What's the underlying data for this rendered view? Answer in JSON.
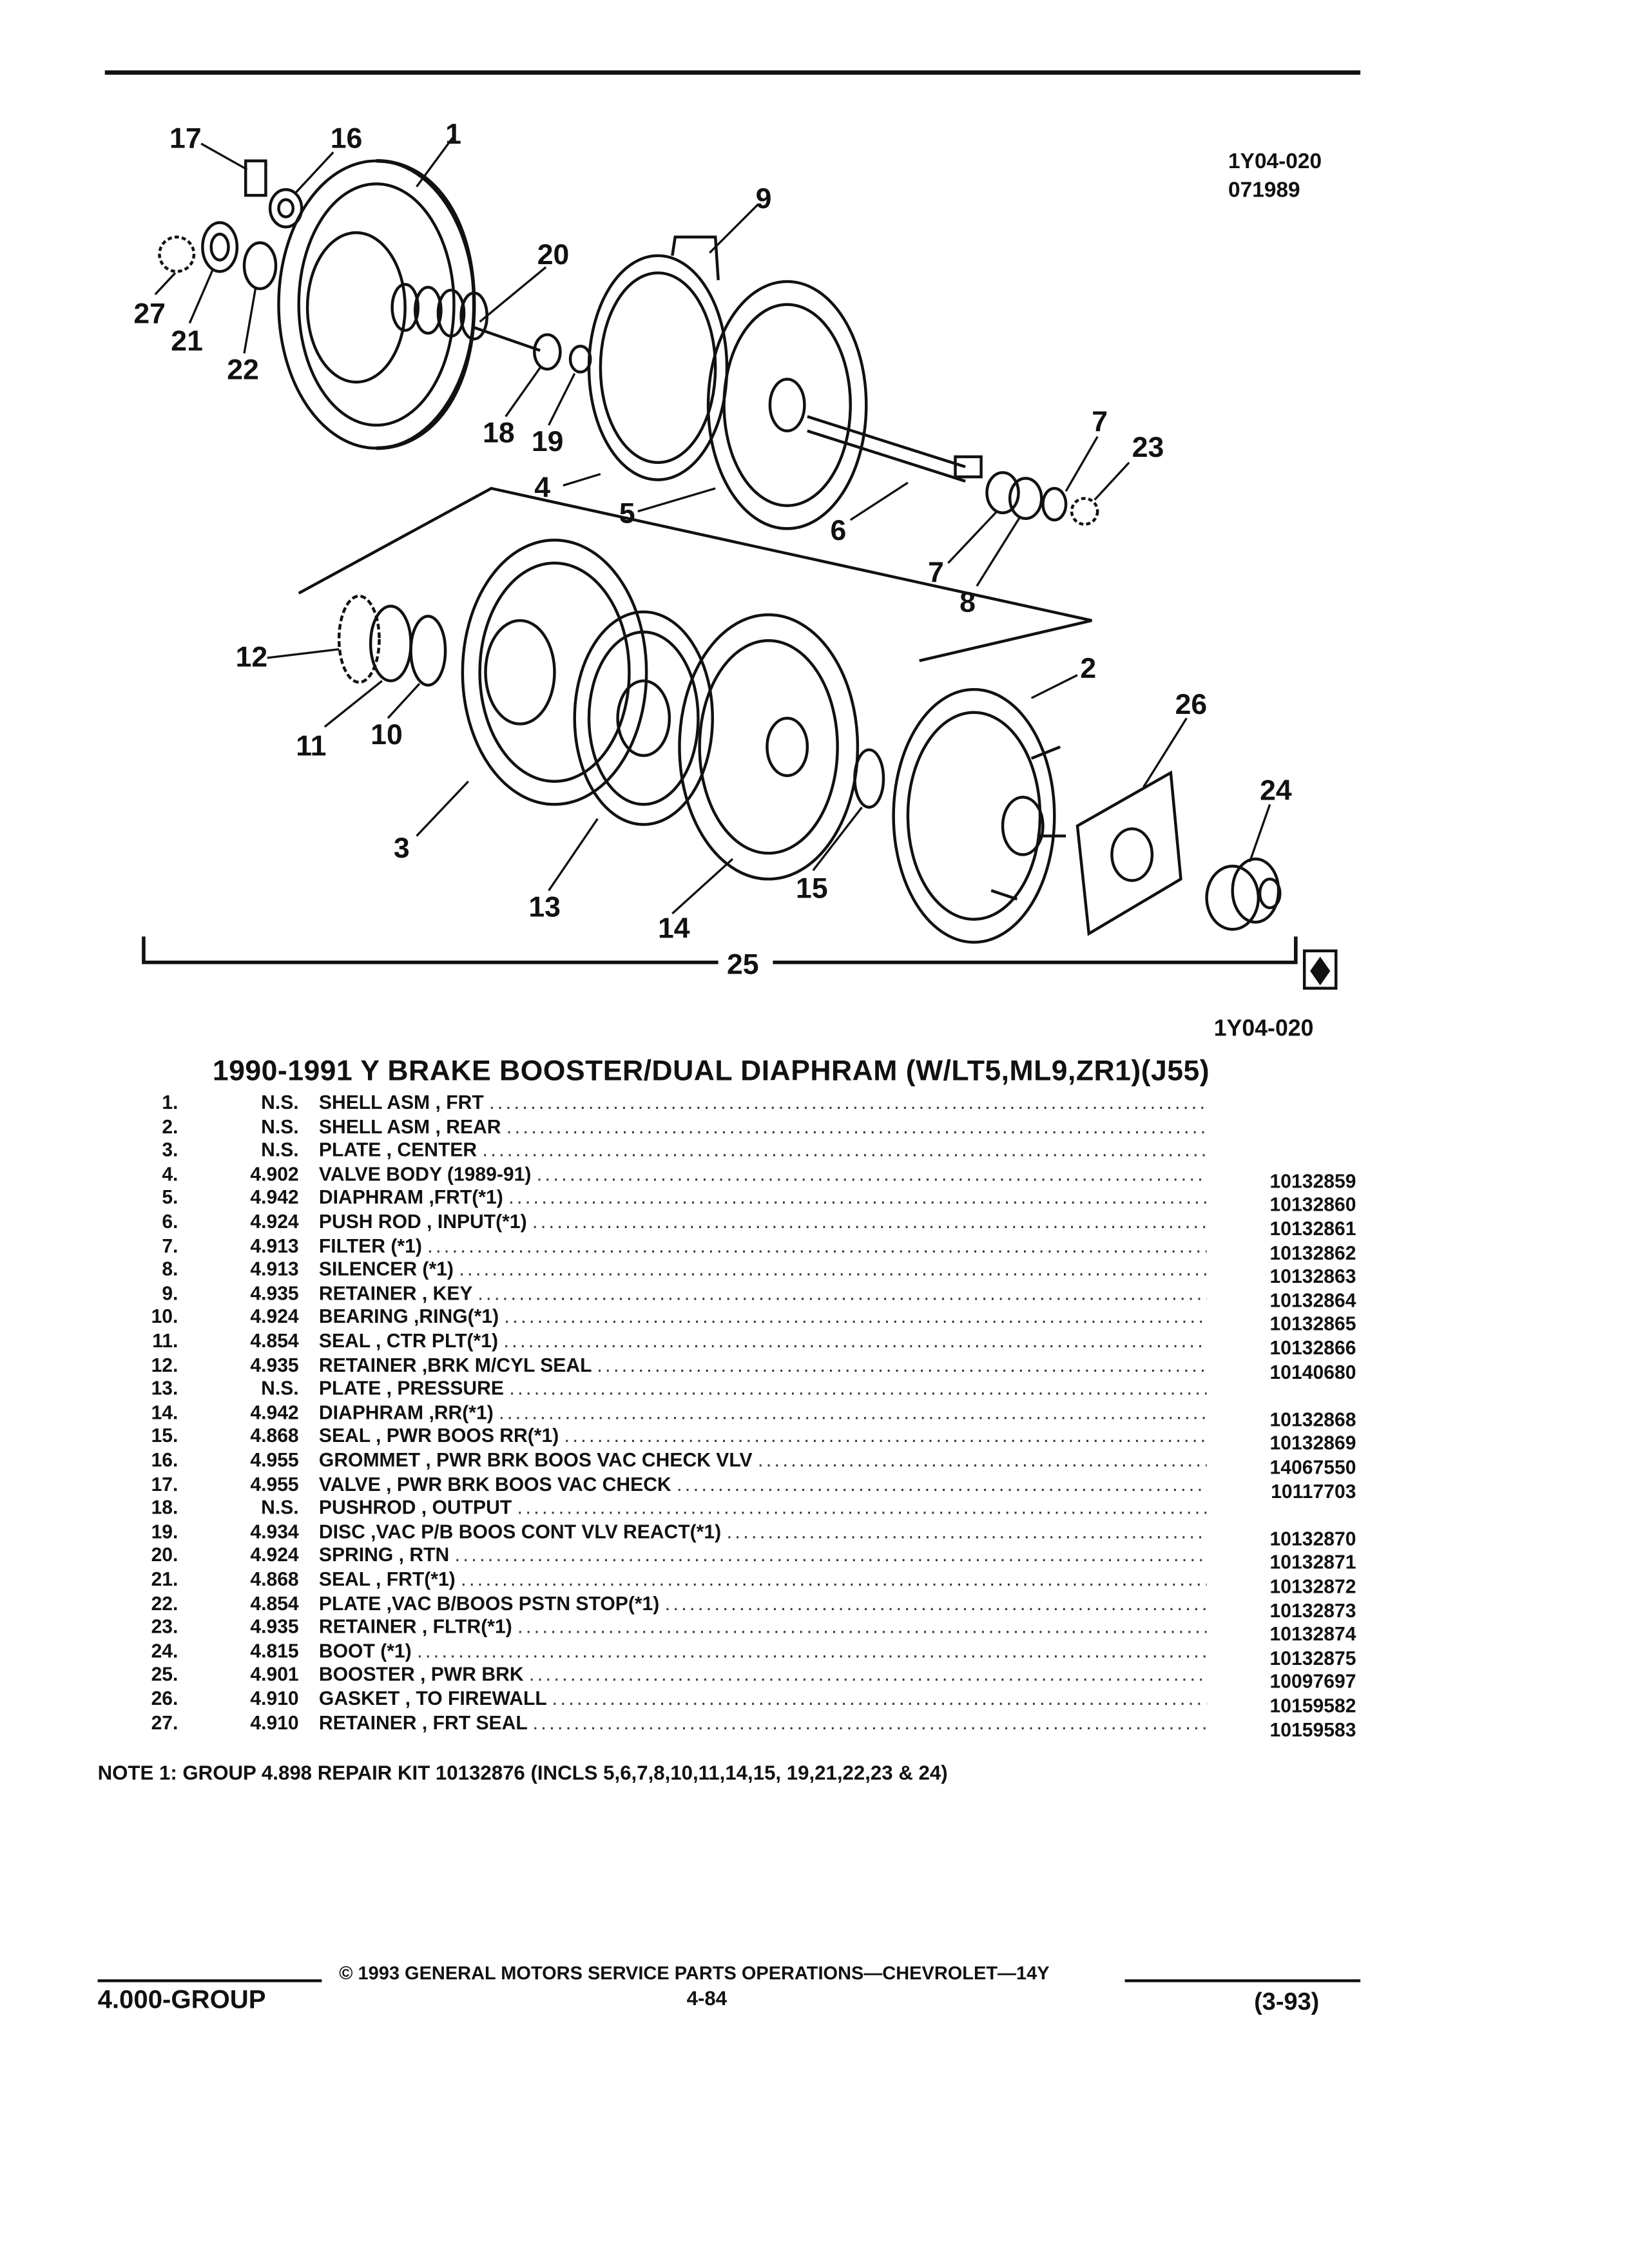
{
  "header": {
    "code_top": "1Y04-020",
    "date_code": "071989",
    "code_bottom": "1Y04-020"
  },
  "diagram": {
    "callouts": [
      "17",
      "16",
      "1",
      "9",
      "20",
      "27",
      "21",
      "22",
      "18",
      "19",
      "4",
      "5",
      "6",
      "7",
      "23",
      "7",
      "8",
      "12",
      "11",
      "10",
      "2",
      "26",
      "24",
      "3",
      "13",
      "14",
      "15",
      "25"
    ]
  },
  "title": "1990-1991 Y BRAKE BOOSTER/DUAL DIAPHRAM (W/LT5,ML9,ZR1)(J55)",
  "parts": [
    {
      "no": "1.",
      "group": "N.S.",
      "desc": "SHELL ASM , FRT",
      "pn": ""
    },
    {
      "no": "2.",
      "group": "N.S.",
      "desc": "SHELL ASM , REAR",
      "pn": ""
    },
    {
      "no": "3.",
      "group": "N.S.",
      "desc": "PLATE , CENTER",
      "pn": ""
    },
    {
      "no": "4.",
      "group": "4.902",
      "desc": "VALVE BODY (1989-91)",
      "pn": "10132859"
    },
    {
      "no": "5.",
      "group": "4.942",
      "desc": "DIAPHRAM ,FRT(*1)",
      "pn": "10132860"
    },
    {
      "no": "6.",
      "group": "4.924",
      "desc": "PUSH ROD , INPUT(*1)",
      "pn": "10132861"
    },
    {
      "no": "7.",
      "group": "4.913",
      "desc": "FILTER (*1)",
      "pn": "10132862"
    },
    {
      "no": "8.",
      "group": "4.913",
      "desc": "SILENCER (*1)",
      "pn": "10132863"
    },
    {
      "no": "9.",
      "group": "4.935",
      "desc": "RETAINER , KEY",
      "pn": "10132864"
    },
    {
      "no": "10.",
      "group": "4.924",
      "desc": "BEARING ,RING(*1)",
      "pn": "10132865"
    },
    {
      "no": "11.",
      "group": "4.854",
      "desc": "SEAL , CTR PLT(*1)",
      "pn": "10132866"
    },
    {
      "no": "12.",
      "group": "4.935",
      "desc": "RETAINER ,BRK M/CYL SEAL",
      "pn": "10140680"
    },
    {
      "no": "13.",
      "group": "N.S.",
      "desc": "PLATE , PRESSURE",
      "pn": ""
    },
    {
      "no": "14.",
      "group": "4.942",
      "desc": "DIAPHRAM ,RR(*1)",
      "pn": "10132868"
    },
    {
      "no": "15.",
      "group": "4.868",
      "desc": "SEAL , PWR BOOS RR(*1)",
      "pn": "10132869"
    },
    {
      "no": "16.",
      "group": "4.955",
      "desc": "GROMMET , PWR BRK BOOS VAC CHECK VLV",
      "pn": "14067550"
    },
    {
      "no": "17.",
      "group": "4.955",
      "desc": "VALVE , PWR BRK BOOS VAC CHECK",
      "pn": "10117703"
    },
    {
      "no": "18.",
      "group": "N.S.",
      "desc": "PUSHROD , OUTPUT",
      "pn": ""
    },
    {
      "no": "19.",
      "group": "4.934",
      "desc": "DISC ,VAC P/B BOOS CONT VLV REACT(*1)",
      "pn": "10132870"
    },
    {
      "no": "20.",
      "group": "4.924",
      "desc": "SPRING , RTN",
      "pn": "10132871"
    },
    {
      "no": "21.",
      "group": "4.868",
      "desc": "SEAL , FRT(*1)",
      "pn": "10132872"
    },
    {
      "no": "22.",
      "group": "4.854",
      "desc": "PLATE ,VAC B/BOOS PSTN STOP(*1)",
      "pn": "10132873"
    },
    {
      "no": "23.",
      "group": "4.935",
      "desc": "RETAINER , FLTR(*1)",
      "pn": "10132874"
    },
    {
      "no": "24.",
      "group": "4.815",
      "desc": "BOOT (*1)",
      "pn": "10132875"
    },
    {
      "no": "25.",
      "group": "4.901",
      "desc": "BOOSTER , PWR BRK",
      "pn": "10097697"
    },
    {
      "no": "26.",
      "group": "4.910",
      "desc": "GASKET , TO FIREWALL",
      "pn": "10159582"
    },
    {
      "no": "27.",
      "group": "4.910",
      "desc": "RETAINER , FRT SEAL",
      "pn": "10159583"
    }
  ],
  "note": "NOTE  1:  GROUP 4.898 REPAIR KIT 10132876 (INCLS 5,6,7,8,10,11,14,15, 19,21,22,23 & 24)",
  "footer": {
    "group": "4.000-GROUP",
    "copyright": "© 1993  GENERAL MOTORS SERVICE PARTS OPERATIONS—CHEVROLET—14Y",
    "page": "4-84",
    "revision": "(3-93)"
  }
}
